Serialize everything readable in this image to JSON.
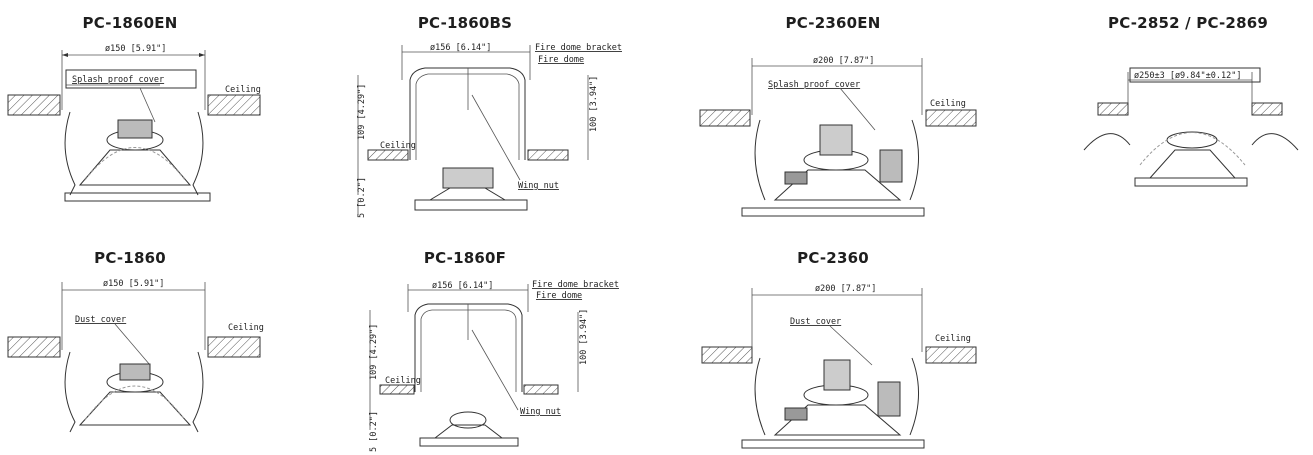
{
  "panels": [
    {
      "title": "PC-1860EN",
      "dim": "ø150 [5.91\"]",
      "cover": "Splash proof cover",
      "ceiling": "Ceiling"
    },
    {
      "title": "PC-1860BS",
      "dim": "ø156 [6.14\"]",
      "bracket": "Fire dome bracket",
      "dome": "Fire dome",
      "ceiling": "Ceiling",
      "height": "109 [4.29\"]",
      "depth": "100 [3.94\"]",
      "gap": "5 [0.2\"]",
      "nut": "Wing nut"
    },
    {
      "title": "PC-2360EN",
      "dim": "ø200 [7.87\"]",
      "cover": "Splash proof cover",
      "ceiling": "Ceiling"
    },
    {
      "title": "PC-2852 / PC-2869",
      "dim": "ø250±3 [ø9.84\"±0.12\"]"
    },
    {
      "title": "PC-1860",
      "dim": "ø150 [5.91\"]",
      "cover": "Dust cover",
      "ceiling": "Ceiling"
    },
    {
      "title": "PC-1860F",
      "dim": "ø156 [6.14\"]",
      "bracket": "Fire dome bracket",
      "dome": "Fire dome",
      "ceiling": "Ceiling",
      "height": "109 [4.29\"]",
      "depth": "100 [3.94\"]",
      "gap": "5 [0.2\"]",
      "nut": "Wing nut"
    },
    {
      "title": "PC-2360",
      "dim": "ø200 [7.87\"]",
      "cover": "Dust cover",
      "ceiling": "Ceiling"
    }
  ]
}
